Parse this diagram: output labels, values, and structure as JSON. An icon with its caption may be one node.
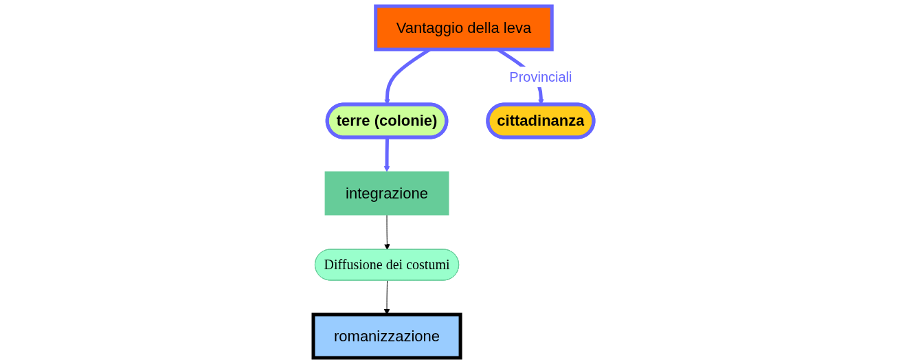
{
  "diagram": {
    "nodes": [
      {
        "text": [
          "Vantaggio della leva"
        ]
      },
      {
        "text": [
          "terre (colonie)"
        ]
      },
      {
        "text": [
          "cittadinanza"
        ]
      },
      {
        "text": [
          "integrazione"
        ]
      },
      {
        "text": [
          "Diffusione dei costumi"
        ]
      },
      {
        "text": [
          "romanizzazione"
        ]
      }
    ],
    "edges": [
      {
        "from": 0,
        "to": 1,
        "arrow": "to"
      },
      {
        "from": 0,
        "to": 2,
        "arrow": "to",
        "label": "Provinciali"
      },
      {
        "from": 1,
        "to": 3,
        "arrow": "to"
      },
      {
        "from": 3,
        "to": 4,
        "arrow": "to",
        "color": "#000000"
      },
      {
        "from": 4,
        "to": 5,
        "arrow": "to",
        "color": "#000000"
      }
    ]
  }
}
